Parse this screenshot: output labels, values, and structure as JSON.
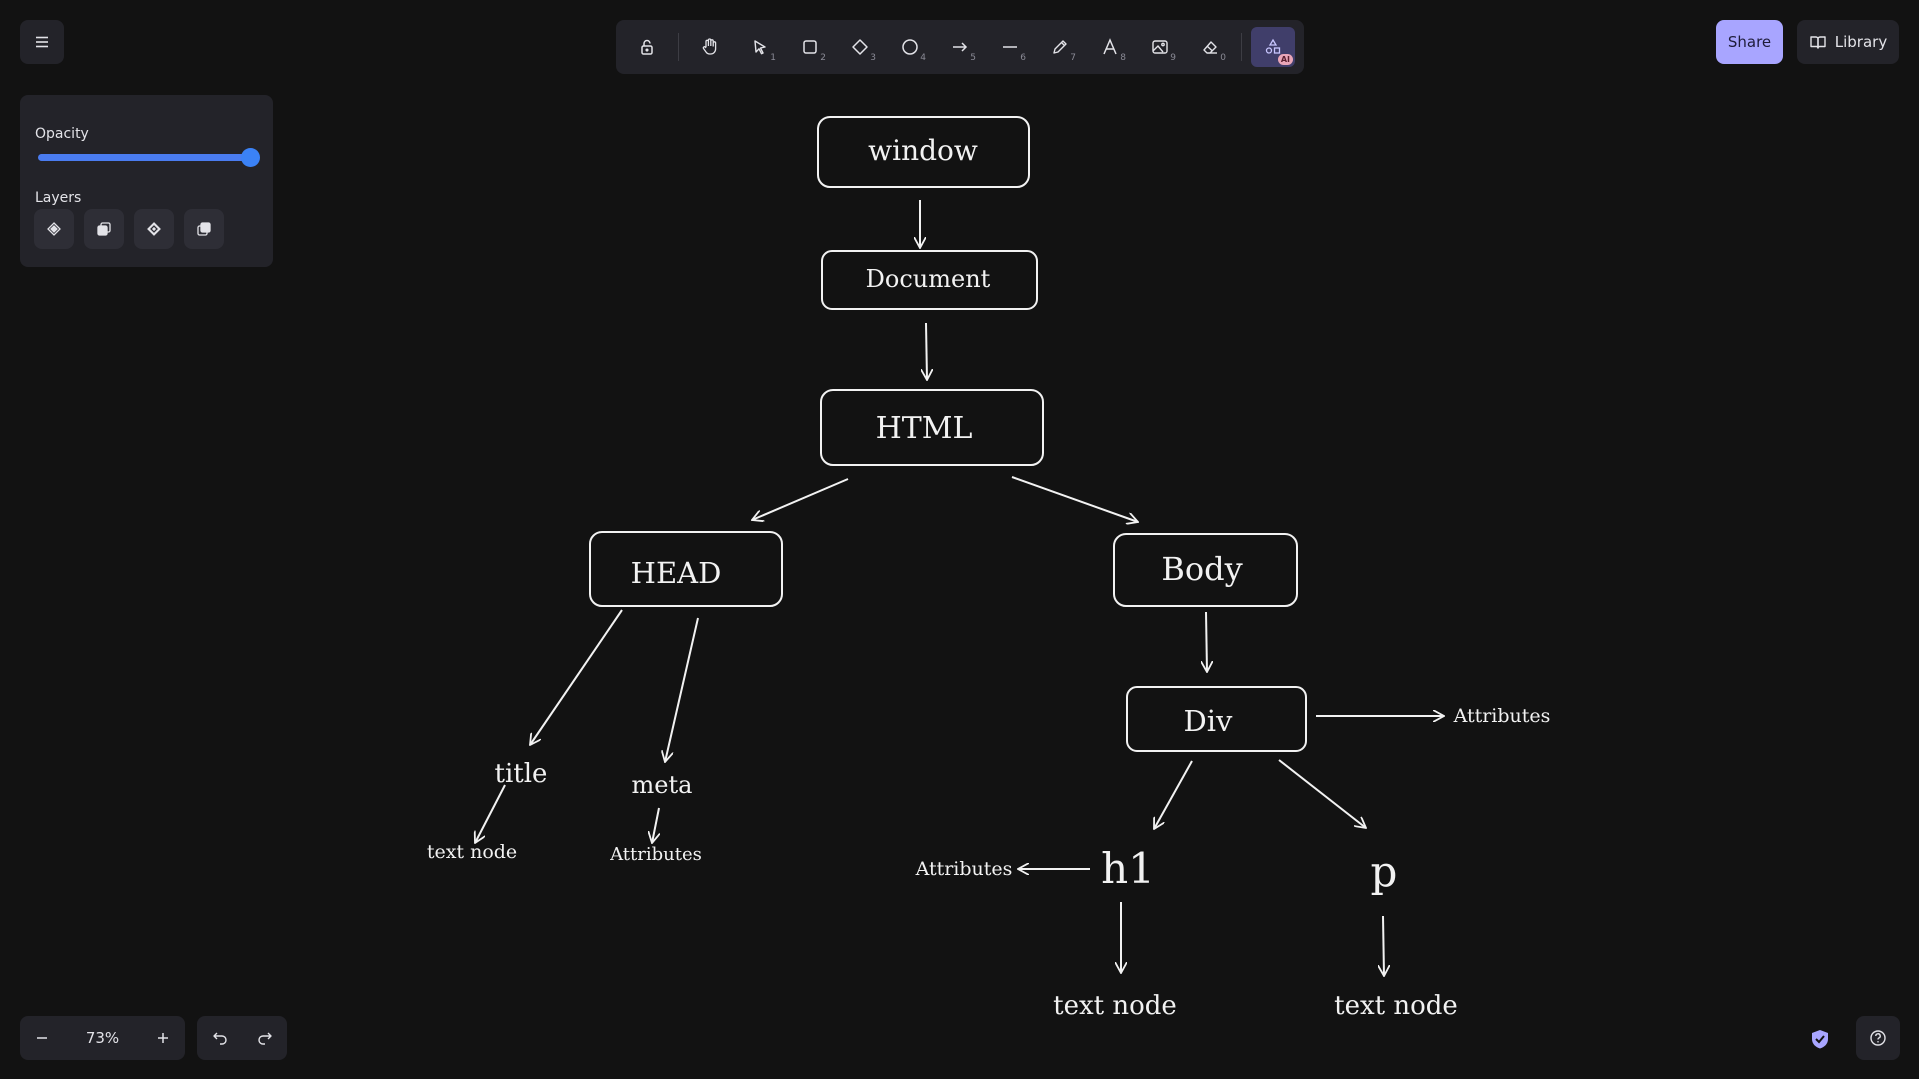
{
  "toolbar": {
    "tools": [
      {
        "icon": "lock-icon",
        "key": ""
      },
      {
        "icon": "hand-icon",
        "key": ""
      },
      {
        "icon": "selection-icon",
        "key": "1"
      },
      {
        "icon": "rectangle-icon",
        "key": "2"
      },
      {
        "icon": "diamond-icon",
        "key": "3"
      },
      {
        "icon": "ellipse-icon",
        "key": "4"
      },
      {
        "icon": "arrow-icon",
        "key": "5"
      },
      {
        "icon": "line-icon",
        "key": "6"
      },
      {
        "icon": "pencil-icon",
        "key": "7"
      },
      {
        "icon": "text-icon",
        "key": "8"
      },
      {
        "icon": "image-icon",
        "key": "9"
      },
      {
        "icon": "eraser-icon",
        "key": "0"
      }
    ],
    "ai_badge": "AI"
  },
  "header": {
    "share_label": "Share",
    "library_label": "Library"
  },
  "properties": {
    "opacity_label": "Opacity",
    "opacity_value": 1.0,
    "layers_label": "Layers",
    "layer_buttons": [
      "send-to-back-icon",
      "send-backward-icon",
      "bring-forward-icon",
      "bring-to-front-icon"
    ]
  },
  "footer": {
    "zoom_level": "73%"
  },
  "diagram": {
    "nodes": {
      "window": "window",
      "document": "Document",
      "html": "HTML",
      "head": "HEAD",
      "body": "Body",
      "div": "Div",
      "title": "title",
      "meta": "meta",
      "title_text_node": "text node",
      "meta_attributes": "Attributes",
      "div_attributes": "Attributes",
      "h1": "h1",
      "p": "p",
      "h1_attributes": "Attributes",
      "h1_text_node": "text node",
      "p_text_node": "text node"
    }
  },
  "colors": {
    "background": "#121212",
    "panel": "#232329",
    "accent": "#a8a5ff",
    "slider": "#3b82f6",
    "stroke": "#f2f2f2"
  }
}
